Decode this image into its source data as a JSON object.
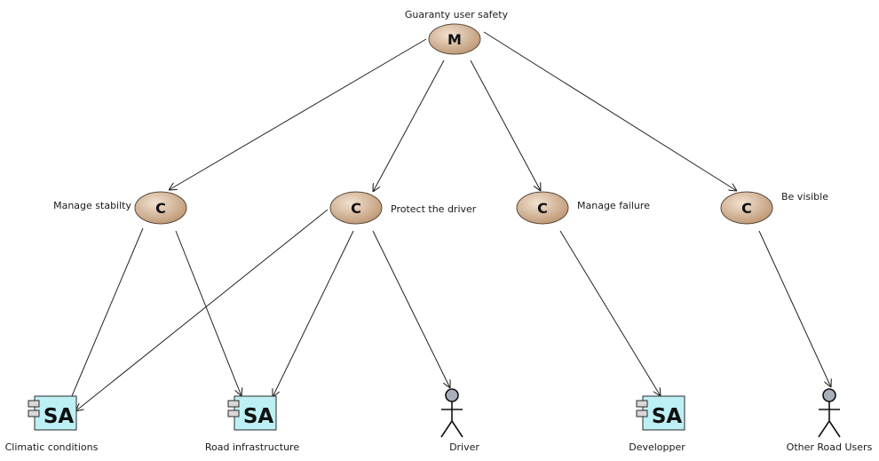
{
  "colors": {
    "ellipse_fill_light": "#f2e2d0",
    "ellipse_fill_dark": "#b8906c",
    "ellipse_stroke": "#5a4a3a",
    "component_fill": "#bdf0f5",
    "component_stroke": "#2a2a2a",
    "actor_head_fill": "#a8b0bc",
    "edge": "#222222"
  },
  "nodes": [
    {
      "id": "mission",
      "type": "mission",
      "glyph": "M",
      "label": "Guaranty user safety",
      "icon": "mission-ellipse-icon"
    },
    {
      "id": "cap_stability",
      "type": "capability",
      "glyph": "C",
      "label": "Manage stabilty",
      "icon": "capability-ellipse-icon"
    },
    {
      "id": "cap_protect",
      "type": "capability",
      "glyph": "C",
      "label": "Protect the driver",
      "icon": "capability-ellipse-icon"
    },
    {
      "id": "cap_failure",
      "type": "capability",
      "glyph": "C",
      "label": "Manage failure",
      "icon": "capability-ellipse-icon"
    },
    {
      "id": "cap_visible",
      "type": "capability",
      "glyph": "C",
      "label": "Be visible",
      "icon": "capability-ellipse-icon"
    },
    {
      "id": "sa_climatic",
      "type": "system-actor",
      "glyph": "SA",
      "label": "Climatic conditions",
      "icon": "system-actor-component-icon"
    },
    {
      "id": "sa_road",
      "type": "system-actor",
      "glyph": "SA",
      "label": "Road infrastructure",
      "icon": "system-actor-component-icon"
    },
    {
      "id": "actor_driver",
      "type": "actor",
      "label": "Driver",
      "icon": "stick-figure-actor-icon"
    },
    {
      "id": "sa_dev",
      "type": "system-actor",
      "glyph": "SA",
      "label": "Developper",
      "icon": "system-actor-component-icon"
    },
    {
      "id": "actor_others",
      "type": "actor",
      "label": "Other Road Users",
      "icon": "stick-figure-actor-icon"
    }
  ],
  "edges": [
    {
      "from": "mission",
      "to": "cap_stability"
    },
    {
      "from": "mission",
      "to": "cap_protect"
    },
    {
      "from": "mission",
      "to": "cap_failure"
    },
    {
      "from": "mission",
      "to": "cap_visible"
    },
    {
      "from": "cap_stability",
      "to": "sa_climatic"
    },
    {
      "from": "cap_stability",
      "to": "sa_road"
    },
    {
      "from": "cap_protect",
      "to": "sa_climatic"
    },
    {
      "from": "cap_protect",
      "to": "sa_road"
    },
    {
      "from": "cap_protect",
      "to": "actor_driver"
    },
    {
      "from": "cap_failure",
      "to": "sa_dev"
    },
    {
      "from": "cap_visible",
      "to": "actor_others"
    }
  ]
}
